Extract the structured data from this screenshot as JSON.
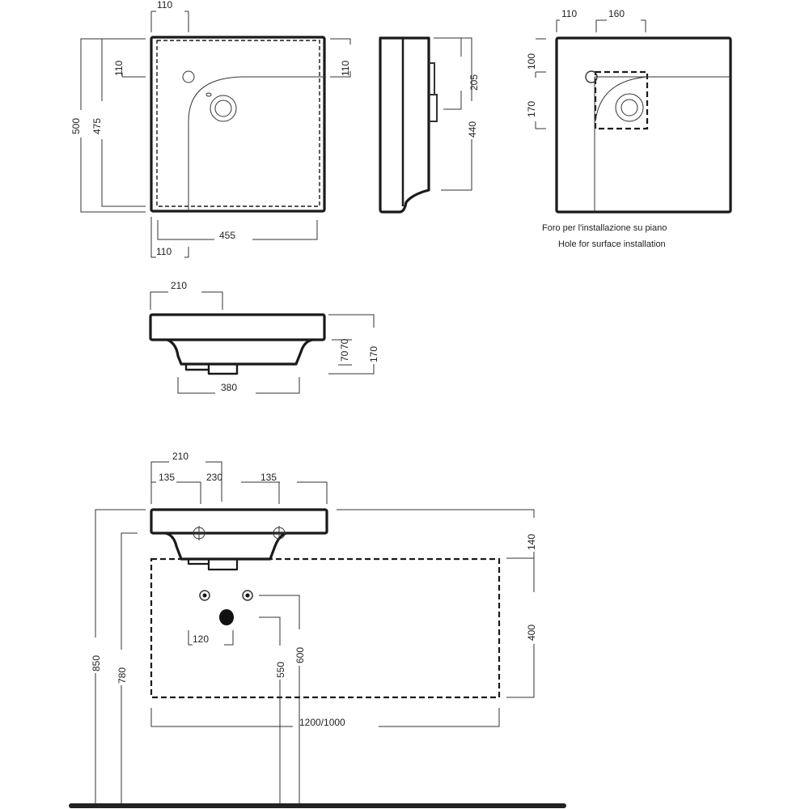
{
  "top_view": {
    "dim_total_depth": "500",
    "dim_inner_depth": "475",
    "dim_top_offset": "110",
    "dim_left_offset": "110",
    "dim_right_offset": "110",
    "dim_inner_width": "455",
    "dim_bottom_offset": "110"
  },
  "side_view": {
    "dim_upper": "205",
    "dim_height": "440"
  },
  "surface_view": {
    "dim_left": "110",
    "dim_hole_width": "160",
    "dim_top": "100",
    "dim_hole_height": "170",
    "caption_it": "Foro per l'installazione su piano",
    "caption_en": "Hole for surface installation"
  },
  "front_view": {
    "dim_offset": "210",
    "dim_rim_a": "70",
    "dim_rim_b": "70",
    "dim_total_height": "170",
    "dim_bowl_width": "380"
  },
  "install_view": {
    "dim_offset": "210",
    "dim_left": "135",
    "dim_center": "230",
    "dim_right": "135",
    "dim_rim": "140",
    "dim_cabinet_height": "400",
    "dim_valve_spacing": "120",
    "dim_top_height": "850",
    "dim_under_height": "780",
    "dim_drain_height": "550",
    "dim_valve_height": "600",
    "dim_cabinet_width": "1200/1000"
  }
}
